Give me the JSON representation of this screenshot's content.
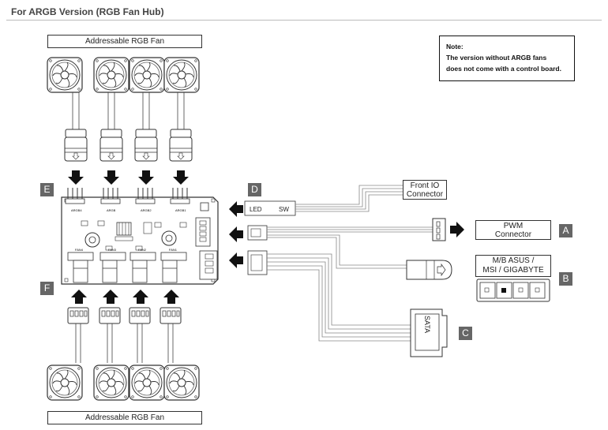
{
  "title": "For ARGB Version (RGB Fan Hub)",
  "labels": {
    "fan_top": "Addressable RGB Fan",
    "fan_bottom": "Addressable RGB Fan",
    "front_io": [
      "Front IO",
      "Connector"
    ],
    "pwm": [
      "PWM",
      "Connector"
    ],
    "mb": [
      "M/B ASUS /",
      "MSI / GIGABYTE"
    ],
    "sata": "SATA",
    "led": "LED",
    "sw": "SW"
  },
  "note": {
    "heading": "Note:",
    "line1": "The version without ARGB fans",
    "line2": "does not come with a control board."
  },
  "tags": [
    "A",
    "B",
    "C",
    "D",
    "E",
    "F"
  ],
  "board_labels": {
    "argb_headers": [
      "ARGB4",
      "ARGB",
      "ARGB2",
      "ARGB1"
    ],
    "fan_headers": [
      "FAN4",
      "FAN3",
      "FAN2",
      "FAN1"
    ]
  },
  "colors": {
    "tag_bg": "#666666",
    "line": "#333333",
    "wire": "#888888"
  }
}
